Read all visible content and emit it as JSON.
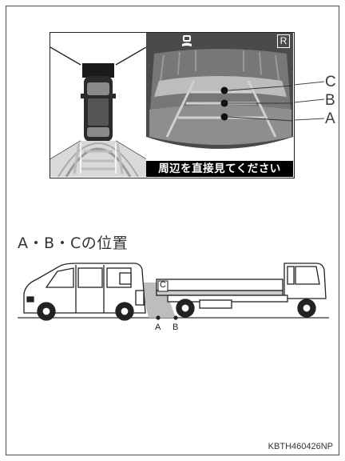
{
  "screen": {
    "caption": "周辺を直接見てください",
    "gear_badge": "R",
    "camera_icon": "camera-icon"
  },
  "callouts": {
    "c": "C",
    "b": "B",
    "a": "A"
  },
  "section": {
    "title": "A・B・Cの位置"
  },
  "scene": {
    "label_c": "C",
    "label_a": "A",
    "label_b": "B"
  },
  "footer": {
    "code": "KBTH460426NP"
  }
}
